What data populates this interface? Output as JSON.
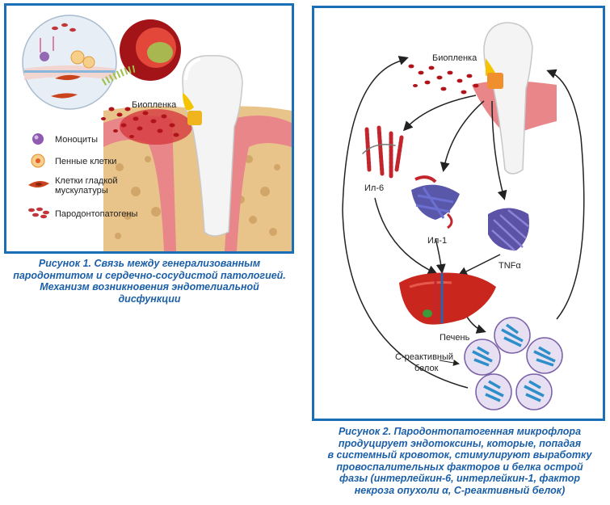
{
  "figure1": {
    "biofilm_label": "Биопленка",
    "legend": [
      {
        "label": "Моноциты",
        "icon": "monocyte-icon"
      },
      {
        "label": "Пенные клетки",
        "icon": "foam-cell-icon"
      },
      {
        "label": "Клетки гладкой",
        "label2": "мускулатуры",
        "icon": "smooth-muscle-cell-icon"
      },
      {
        "label": "Пародонтопатогены",
        "icon": "periodontopathogen-icon"
      }
    ],
    "caption_lines": [
      "Рисунок 1. Связь между генерализованным",
      "пародонтитом и сердечно-сосудистой патологией.",
      "Механизм возникновения эндотелиальной",
      "дисфункции"
    ]
  },
  "figure2": {
    "biofilm_label": "Биопленка",
    "il6_label": "Ил-6",
    "il1_label": "Ил-1",
    "tnf_label": "TNFα",
    "liver_label": "Печень",
    "crp_label_1": "С-реактивный",
    "crp_label_2": "белок",
    "caption_lines": [
      "Рисунок 2. Пародонтопатогенная микрофлора",
      "продуцирует эндотоксины, которые, попадая",
      "в системный кровоток, стимулируют выработку",
      "провоспалительных факторов и белка острой",
      "фазы (интерлейкин-6, интерлейкин-1, фактор",
      "некроза опухоли α, С-реактивный белок)"
    ]
  },
  "colors": {
    "frame": "#1b6fb6",
    "caption": "#1b5fa8",
    "gum": "#e8868a",
    "bone": "#e9c48a",
    "blood": "#c0161c",
    "liver": "#c9261d",
    "protein_blue": "#2d8fc9",
    "protein_violet": "#4a3f9c"
  }
}
